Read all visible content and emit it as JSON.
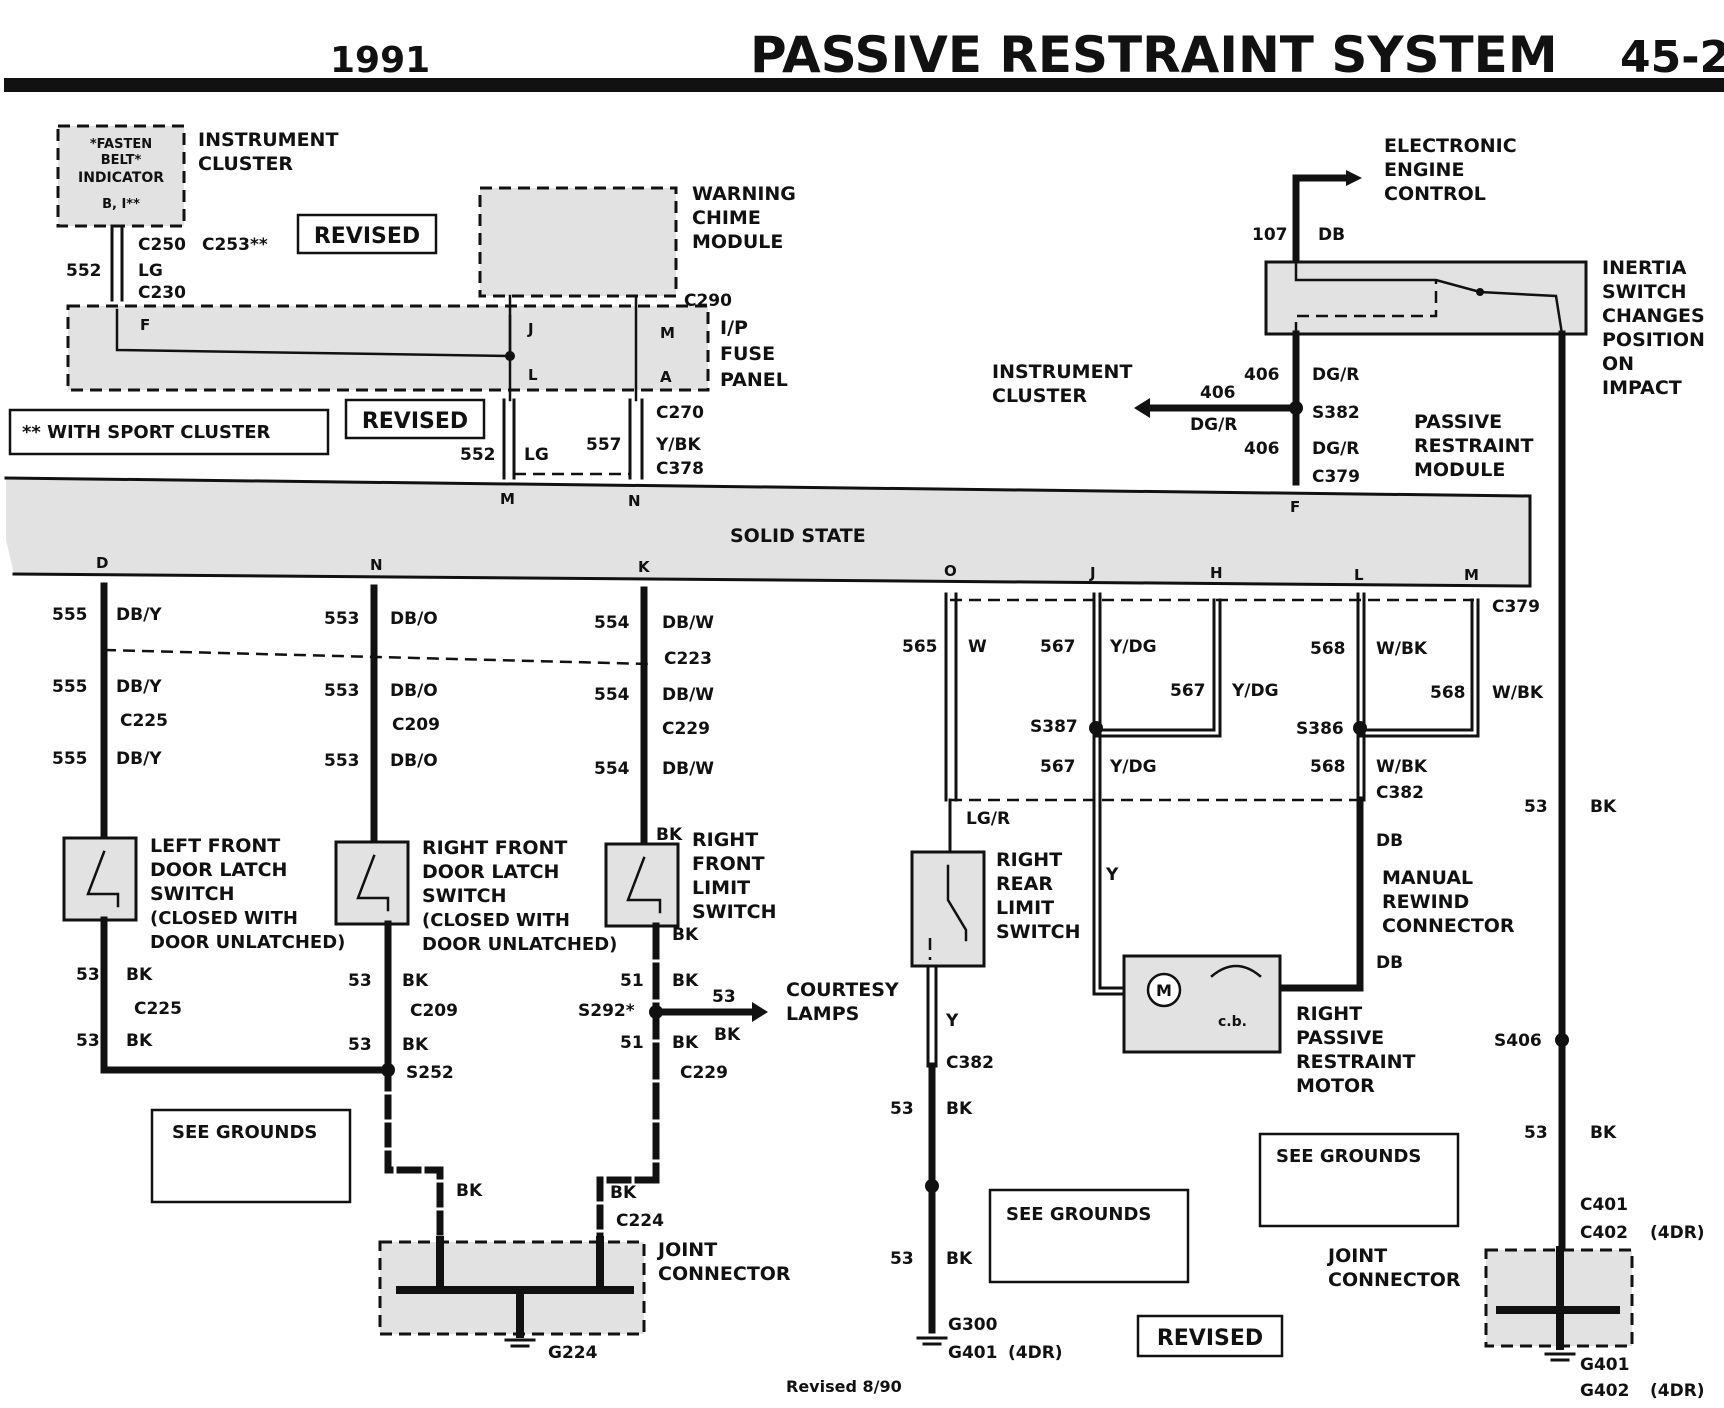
{
  "header": {
    "year": "1991",
    "title": "PASSIVE RESTRAINT SYSTEM",
    "page": "45-2"
  },
  "notes": {
    "revised": "REVISED",
    "sport_cluster": "** WITH SPORT CLUSTER",
    "footer": "Revised 8/90",
    "see_grounds": "SEE GROUNDS",
    "solid_state": "SOLID STATE"
  },
  "components": {
    "fasten_belt": [
      "*FASTEN",
      "BELT*",
      "INDICATOR",
      "B, I**"
    ],
    "instrument_cluster_top": [
      "INSTRUMENT",
      "CLUSTER"
    ],
    "warning_chime": [
      "WARNING",
      "CHIME",
      "MODULE"
    ],
    "fuse_panel": [
      "I/P",
      "FUSE",
      "PANEL"
    ],
    "eec": [
      "ELECTRONIC",
      "ENGINE",
      "CONTROL"
    ],
    "inertia": [
      "INERTIA",
      "SWITCH",
      "CHANGES",
      "POSITION",
      "ON",
      "IMPACT"
    ],
    "instrument_cluster_right": [
      "INSTRUMENT",
      "CLUSTER"
    ],
    "prm": [
      "PASSIVE",
      "RESTRAINT",
      "MODULE"
    ],
    "lf_latch": [
      "LEFT FRONT",
      "DOOR LATCH",
      "SWITCH",
      "(CLOSED WITH",
      "DOOR UNLATCHED)"
    ],
    "rf_latch": [
      "RIGHT FRONT",
      "DOOR LATCH",
      "SWITCH",
      "(CLOSED WITH",
      "DOOR UNLATCHED)"
    ],
    "rf_limit": [
      "RIGHT",
      "FRONT",
      "LIMIT",
      "SWITCH"
    ],
    "rr_limit": [
      "RIGHT",
      "REAR",
      "LIMIT",
      "SWITCH"
    ],
    "rewind": [
      "MANUAL",
      "REWIND",
      "CONNECTOR"
    ],
    "motor": [
      "RIGHT",
      "PASSIVE",
      "RESTRAINT",
      "MOTOR"
    ],
    "courtesy": [
      "COURTESY",
      "LAMPS"
    ],
    "joint_left": [
      "JOINT",
      "CONNECTOR"
    ],
    "joint_right": [
      "JOINT",
      "CONNECTOR"
    ],
    "motor_m": "M",
    "motor_cb": "c.b."
  },
  "labels": [
    "C250",
    "C253**",
    "552",
    "LG",
    "C230",
    "F",
    "J",
    "M",
    "L",
    "A",
    "C290",
    "C270",
    "Y/BK",
    "C378",
    "552",
    "LG",
    "557",
    "M",
    "N",
    "107",
    "DB",
    "406",
    "DG/R",
    "406",
    "DG/R",
    "S382",
    "406",
    "DG/R",
    "C379",
    "F",
    "D",
    "N",
    "K",
    "O",
    "J",
    "H",
    "L",
    "M",
    "555",
    "DB/Y",
    "555",
    "DB/Y",
    "C225",
    "555",
    "DB/Y",
    "553",
    "DB/O",
    "553",
    "DB/O",
    "C209",
    "553",
    "DB/O",
    "554",
    "DB/W",
    "C223",
    "554",
    "DB/W",
    "C229",
    "554",
    "DB/W",
    "BK",
    "565",
    "W",
    "LG/R",
    "567",
    "Y/DG",
    "567",
    "Y/DG",
    "S387",
    "567",
    "Y/DG",
    "568",
    "W/BK",
    "568",
    "W/BK",
    "S386",
    "568",
    "W/BK",
    "C382",
    "C379",
    "53",
    "BK",
    "DB",
    "Y",
    "DB",
    "53",
    "BK",
    "C225",
    "53",
    "BK",
    "53",
    "BK",
    "C209",
    "53",
    "BK",
    "S252",
    "BK",
    "51",
    "BK",
    "S292*",
    "53",
    "BK",
    "51",
    "BK",
    "C229",
    "Y",
    "C382",
    "53",
    "BK",
    "53",
    "BK",
    "G300",
    "G401",
    "(4DR)",
    "S406",
    "53",
    "BK",
    "C401",
    "C402",
    "(4DR)",
    "G401",
    "G402",
    "(4DR)",
    "BK",
    "BK",
    "C224",
    "G224"
  ]
}
